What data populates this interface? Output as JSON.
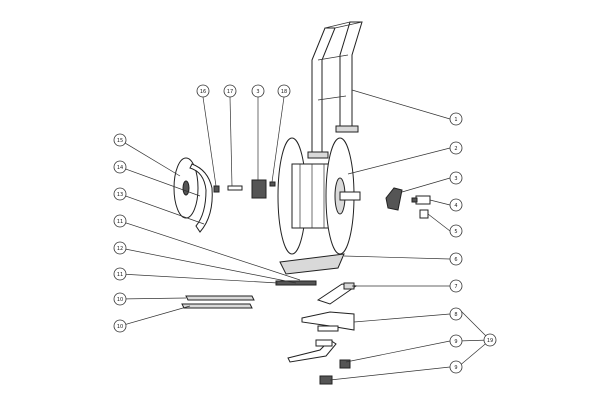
{
  "diagram": {
    "callouts": [
      {
        "id": "c1",
        "label": "1"
      },
      {
        "id": "c2",
        "label": "2"
      },
      {
        "id": "c3",
        "label": "3"
      },
      {
        "id": "c4",
        "label": "4"
      },
      {
        "id": "c5",
        "label": "5"
      },
      {
        "id": "c6",
        "label": "6"
      },
      {
        "id": "c7",
        "label": "7"
      },
      {
        "id": "c8",
        "label": "8"
      },
      {
        "id": "c9a",
        "label": "9"
      },
      {
        "id": "c9b",
        "label": "9"
      },
      {
        "id": "c10a",
        "label": "10"
      },
      {
        "id": "c10b",
        "label": "10"
      },
      {
        "id": "c11a",
        "label": "11"
      },
      {
        "id": "c11b",
        "label": "11"
      },
      {
        "id": "c12",
        "label": "12"
      },
      {
        "id": "c13",
        "label": "13"
      },
      {
        "id": "c14",
        "label": "14"
      },
      {
        "id": "c15",
        "label": "15"
      },
      {
        "id": "c16",
        "label": "16"
      },
      {
        "id": "c17",
        "label": "17"
      },
      {
        "id": "c3t",
        "label": "3"
      },
      {
        "id": "c18",
        "label": "18"
      },
      {
        "id": "c19",
        "label": "19"
      }
    ]
  }
}
